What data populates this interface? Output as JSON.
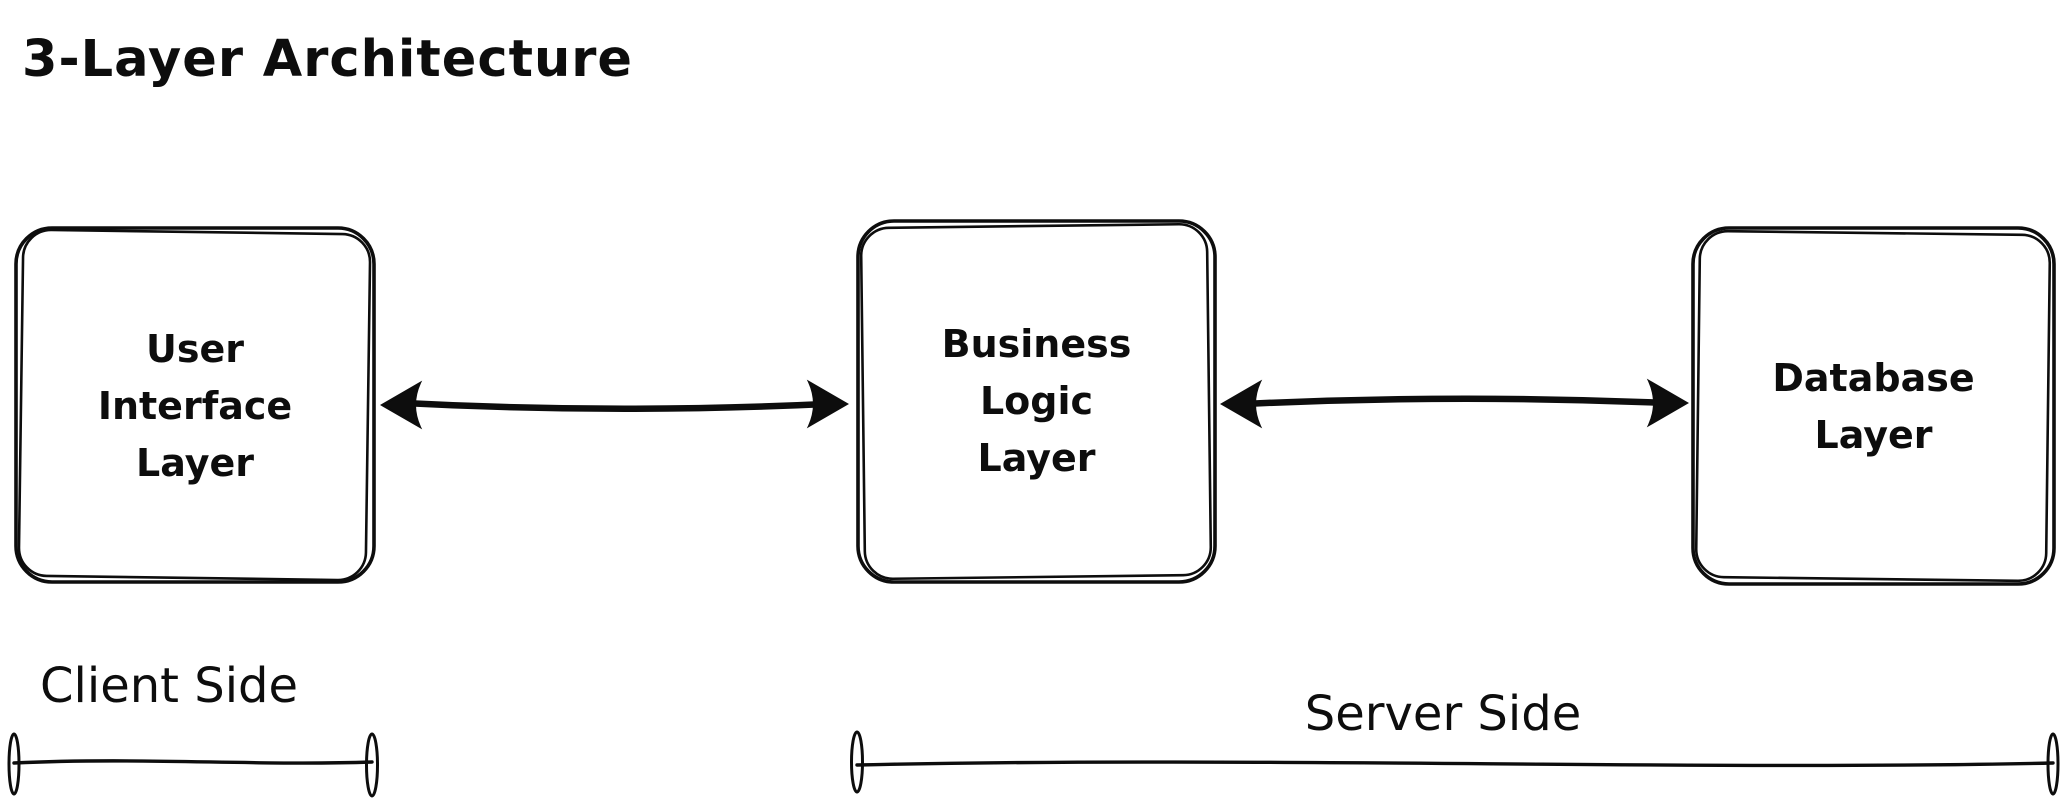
{
  "title": "3-Layer Architecture",
  "colors": {
    "ink": "#0d0d0d",
    "background": "#ffffff"
  },
  "diagram": {
    "boxes": [
      {
        "name": "user-interface-layer",
        "lines": [
          "User",
          "Interface",
          "Layer"
        ]
      },
      {
        "name": "business-logic-layer",
        "lines": [
          "Business",
          "Logic",
          "Layer"
        ]
      },
      {
        "name": "database-layer",
        "lines": [
          "Database",
          "Layer"
        ]
      }
    ],
    "connectors": [
      {
        "type": "double-arrow",
        "from": "user-interface-layer",
        "to": "business-logic-layer"
      },
      {
        "type": "double-arrow",
        "from": "business-logic-layer",
        "to": "database-layer"
      }
    ],
    "zones": [
      {
        "label": "Client Side",
        "covers": [
          "user-interface-layer"
        ]
      },
      {
        "label": "Server Side",
        "covers": [
          "business-logic-layer",
          "database-layer"
        ]
      }
    ]
  }
}
